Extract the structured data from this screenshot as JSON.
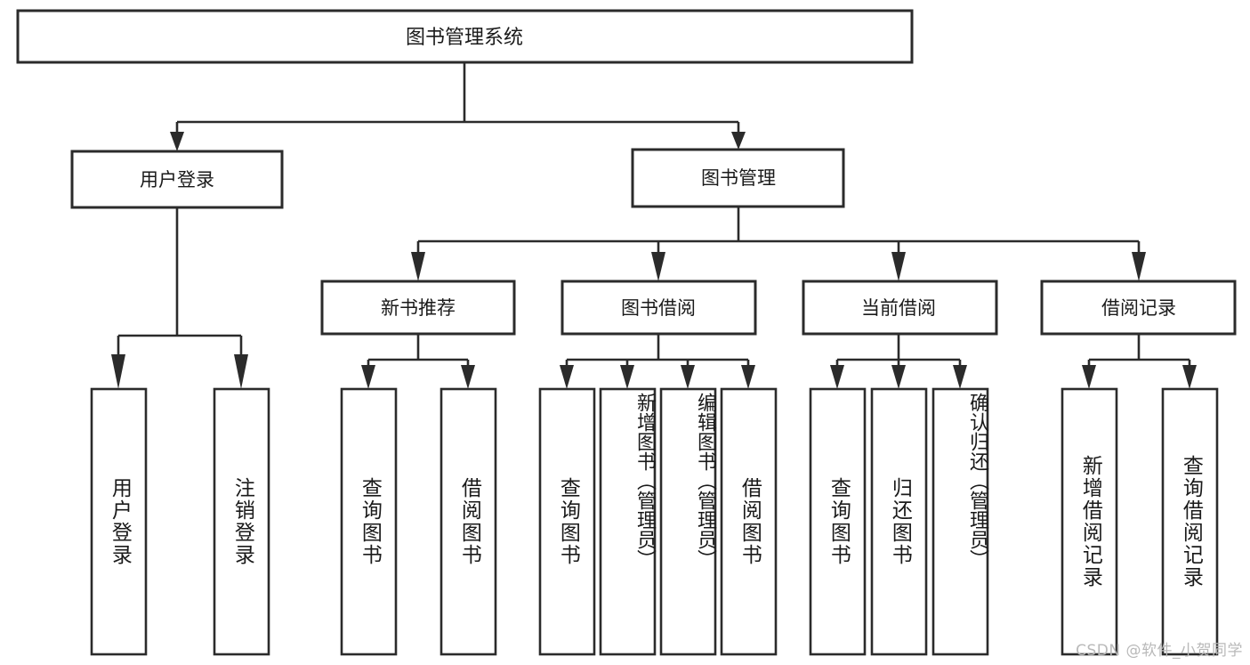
{
  "diagram": {
    "type": "tree-hierarchy",
    "title": "图书管理系统",
    "watermark": "CSDN @软件_小贺同学",
    "colors": {
      "box_stroke": "#2b2b2b",
      "box_fill": "#ffffff",
      "text": "#1a1a1a",
      "background": "#ffffff",
      "watermark": "#b9b9b9"
    },
    "root": {
      "label": "图书管理系统"
    },
    "level2": [
      {
        "label": "用户登录"
      },
      {
        "label": "图书管理"
      }
    ],
    "level3": [
      {
        "label": "新书推荐"
      },
      {
        "label": "图书借阅"
      },
      {
        "label": "当前借阅"
      },
      {
        "label": "借阅记录"
      }
    ],
    "leaves": {
      "user_login": [
        {
          "label": "用户登录"
        },
        {
          "label": "注销登录"
        }
      ],
      "new_book_recommend": [
        {
          "label": "查询图书"
        },
        {
          "label": "借阅图书"
        }
      ],
      "book_borrow": [
        {
          "label": "查询图书"
        },
        {
          "label": "新增图书（管理员）"
        },
        {
          "label": "编辑图书（管理员）"
        },
        {
          "label": "借阅图书"
        }
      ],
      "current_borrow": [
        {
          "label": "查询图书"
        },
        {
          "label": "归还图书"
        },
        {
          "label": "确认归还（管理员）"
        }
      ],
      "borrow_record": [
        {
          "label": "新增借阅记录"
        },
        {
          "label": "查询借阅记录"
        }
      ]
    }
  }
}
